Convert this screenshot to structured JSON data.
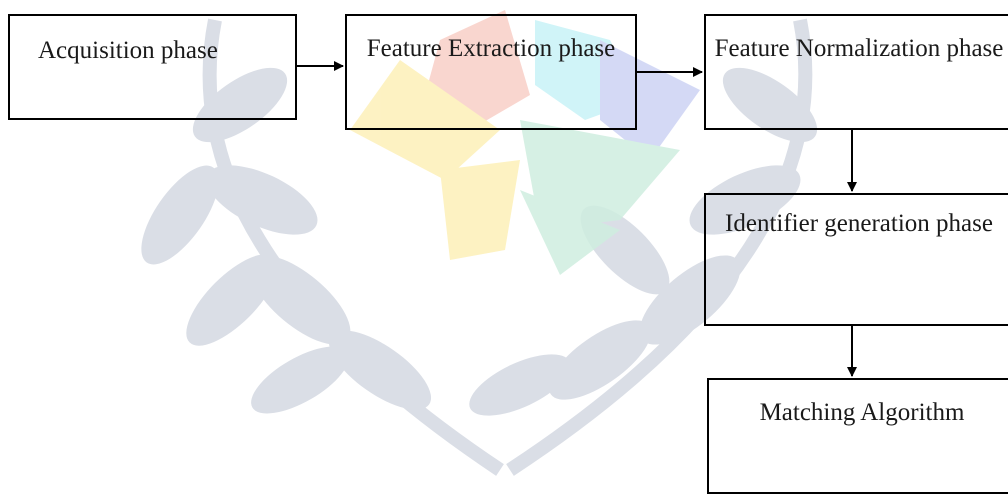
{
  "diagram": {
    "nodes": [
      {
        "id": "acquisition",
        "label": "Acquisition phase"
      },
      {
        "id": "extraction",
        "label": "Feature Extraction phase"
      },
      {
        "id": "normalization",
        "label": "Feature Normalization phase"
      },
      {
        "id": "identifier",
        "label": "Identifier generation phase"
      },
      {
        "id": "matching",
        "label": "Matching Algorithm"
      }
    ],
    "edges": [
      {
        "from": "acquisition",
        "to": "extraction"
      },
      {
        "from": "extraction",
        "to": "normalization"
      },
      {
        "from": "normalization",
        "to": "identifier"
      },
      {
        "from": "identifier",
        "to": "matching"
      }
    ]
  },
  "colors": {
    "box_border": "#000000",
    "text": "#1a1a1a",
    "arrow": "#000000",
    "watermark_wreath": "#dadee6",
    "watermark_red": "#f9cfc7",
    "watermark_cyan": "#c8f3f7",
    "watermark_blue": "#cdd3f4",
    "watermark_yellow": "#fdf0b8",
    "watermark_green": "#cfeee0"
  }
}
